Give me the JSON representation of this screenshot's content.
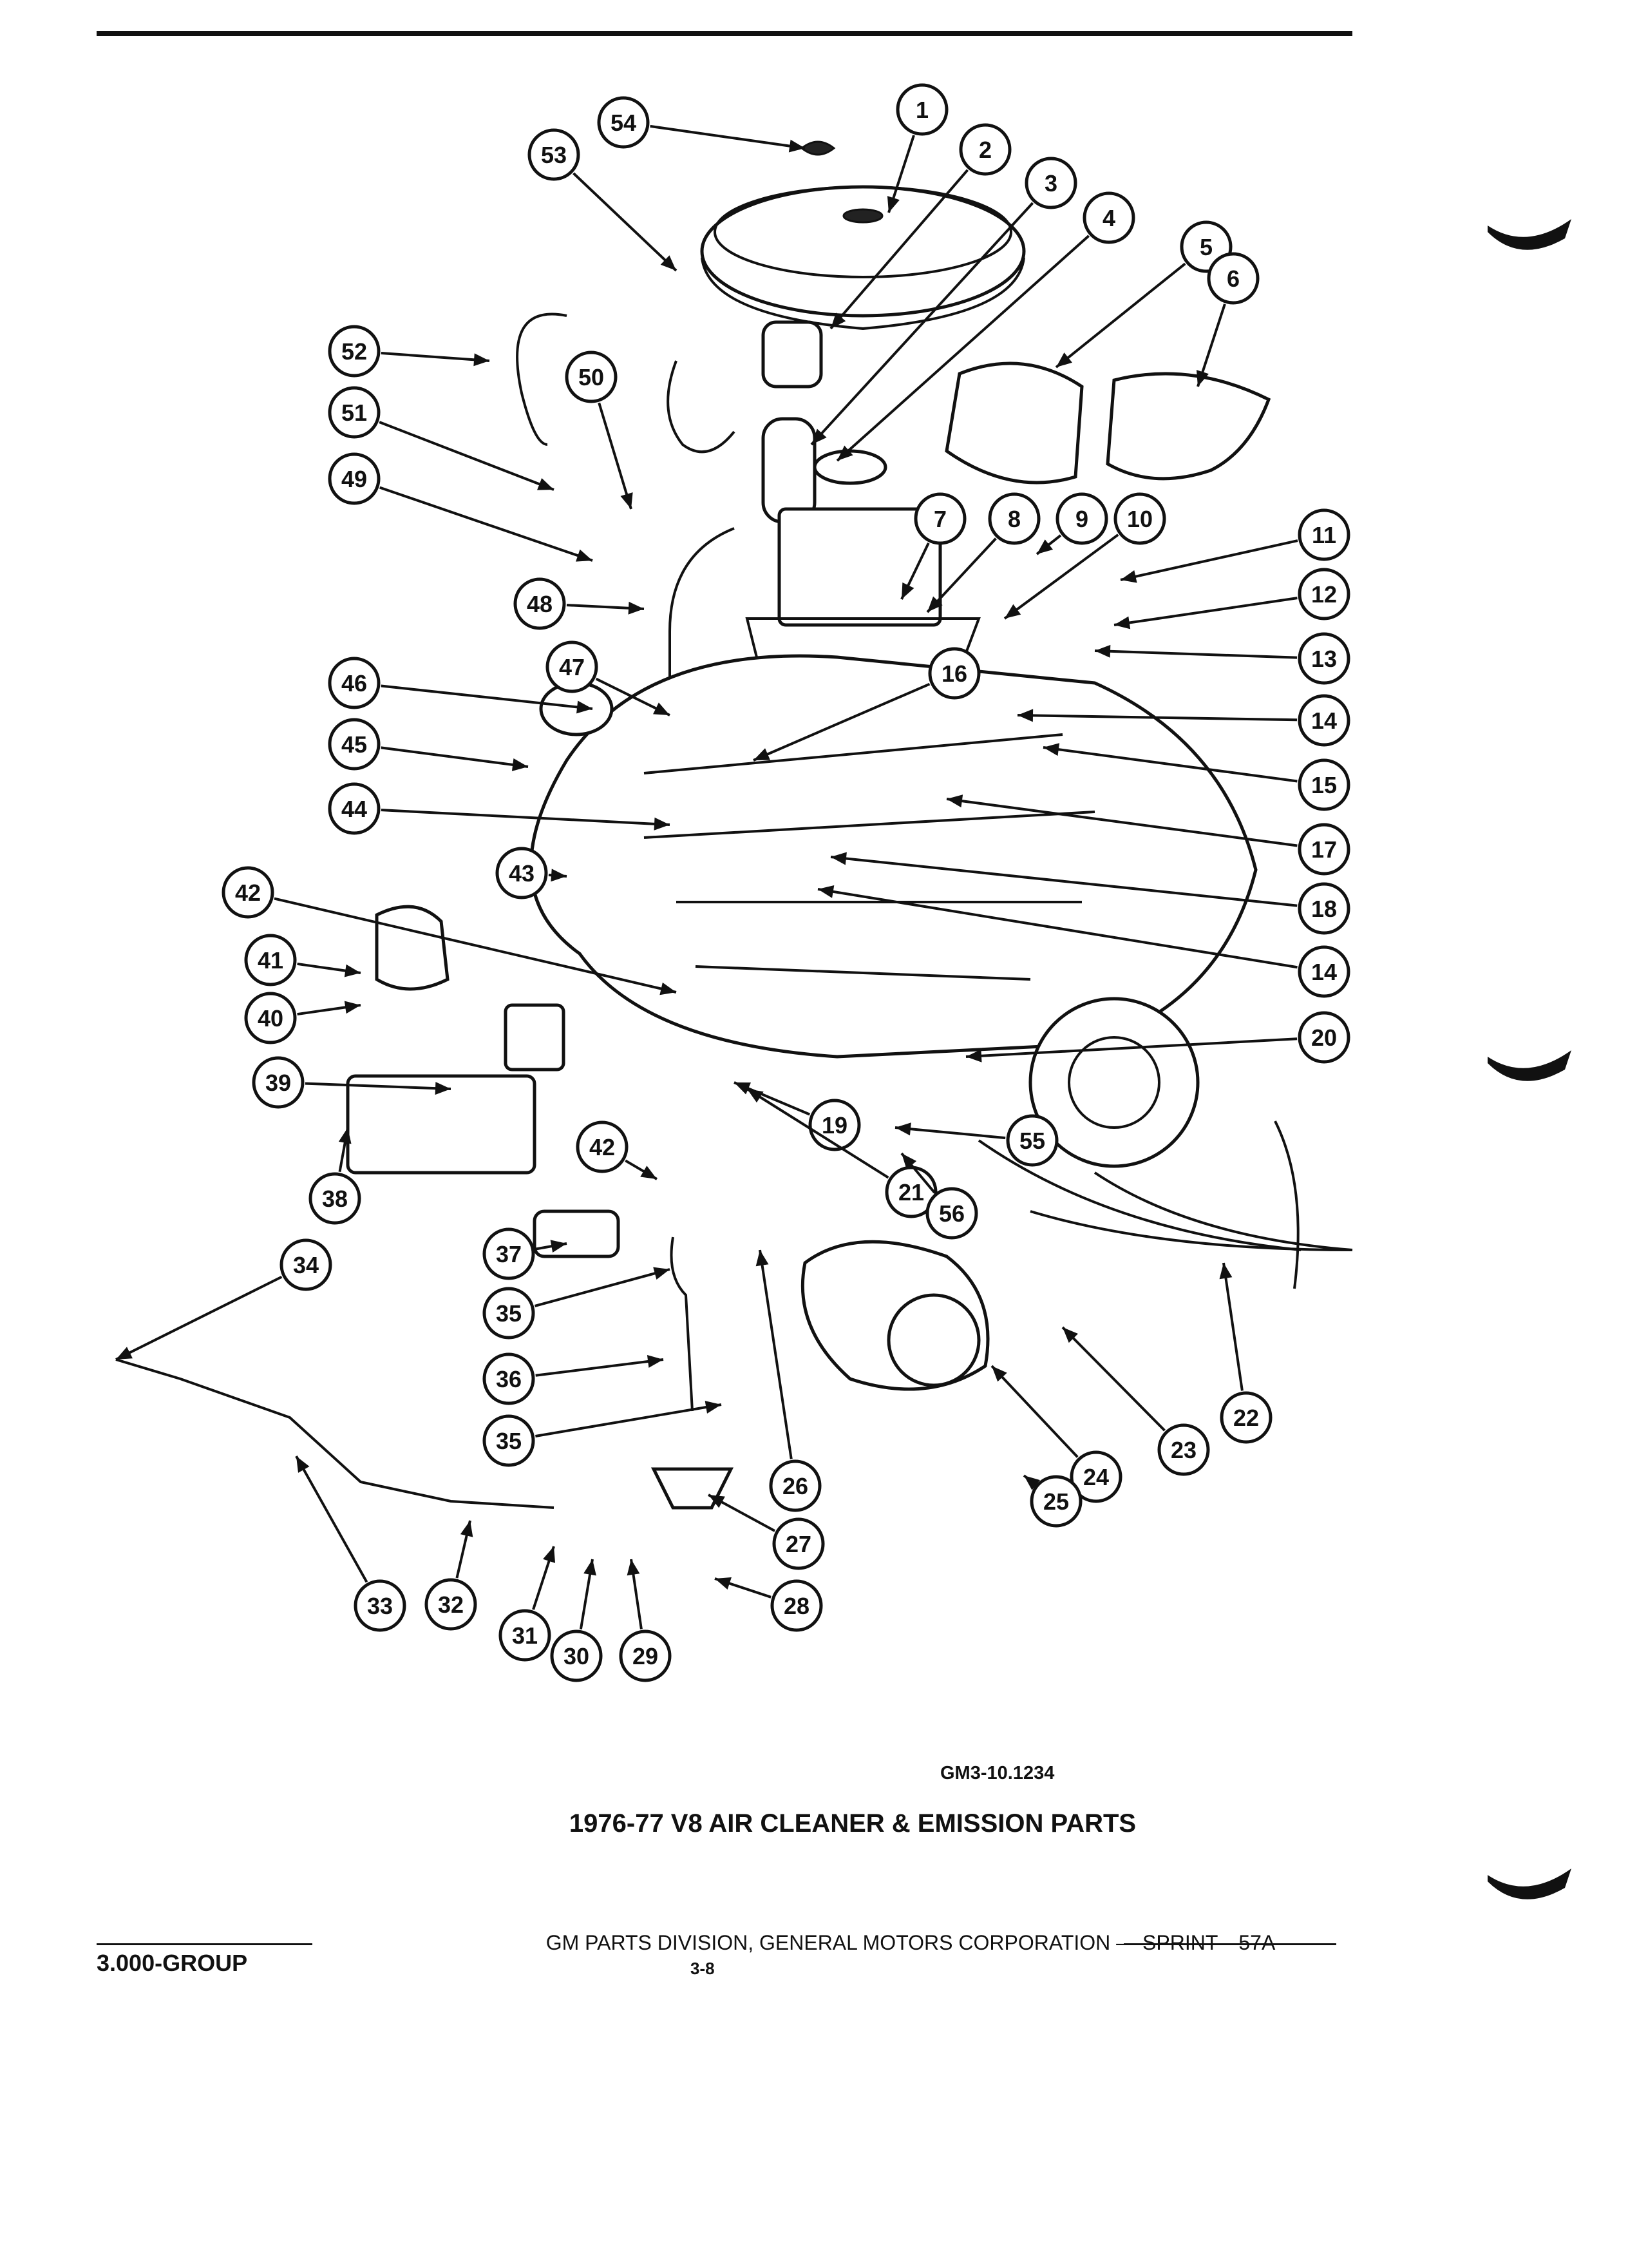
{
  "figure_code": "GM3-10.1234",
  "figure_title": "1976-77 V8 AIR CLEANER & EMISSION PARTS",
  "footer": {
    "publisher": "GM PARTS DIVISION, GENERAL MOTORS CORPORATION — SPRINT—57A",
    "group": "3.000-GROUP",
    "page": "3-8"
  },
  "callouts": [
    "1",
    "2",
    "3",
    "4",
    "5",
    "6",
    "7",
    "8",
    "9",
    "10",
    "11",
    "12",
    "13",
    "14",
    "15",
    "16",
    "17",
    "18",
    "14",
    "20",
    "19",
    "21",
    "22",
    "23",
    "24",
    "25",
    "26",
    "27",
    "28",
    "29",
    "30",
    "31",
    "32",
    "33",
    "34",
    "35",
    "36",
    "35",
    "37",
    "38",
    "39",
    "40",
    "41",
    "42",
    "42",
    "43",
    "44",
    "45",
    "46",
    "47",
    "48",
    "49",
    "50",
    "51",
    "52",
    "53",
    "54",
    "55",
    "56"
  ]
}
